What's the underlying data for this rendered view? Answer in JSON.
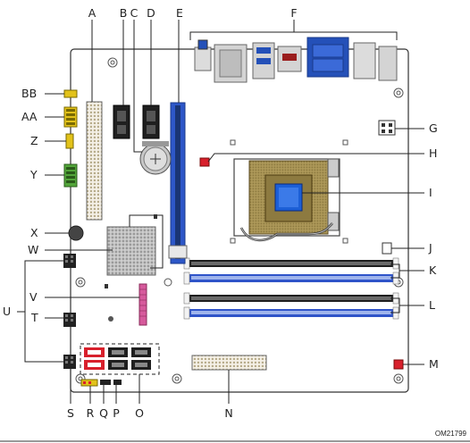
{
  "figure_code": "OM21799",
  "callouts": {
    "A": "A",
    "B": "B",
    "C": "C",
    "D": "D",
    "E": "E",
    "F": "F",
    "G": "G",
    "H": "H",
    "I": "I",
    "J": "J",
    "K": "K",
    "L": "L",
    "M": "M",
    "N": "N",
    "O": "O",
    "P": "P",
    "Q": "Q",
    "R": "R",
    "S": "S",
    "T": "T",
    "U": "U",
    "V": "V",
    "W": "W",
    "X": "X",
    "Y": "Y",
    "Z": "Z",
    "AA": "AA",
    "BB": "BB"
  },
  "colors": {
    "board_outline": "#333333",
    "dimm_blue": "#2f54c9",
    "dimm_black": "#1e1e1e",
    "sata_red": "#d8202c",
    "pcie_blue": "#2d57c8",
    "io_blue": "#2450b8",
    "pink_header": "#d65a9c",
    "green_header": "#53a63a",
    "yellow_header": "#e2c21a",
    "cpu_blue": "#1c5fd6",
    "socket_gold": "#a89862"
  }
}
